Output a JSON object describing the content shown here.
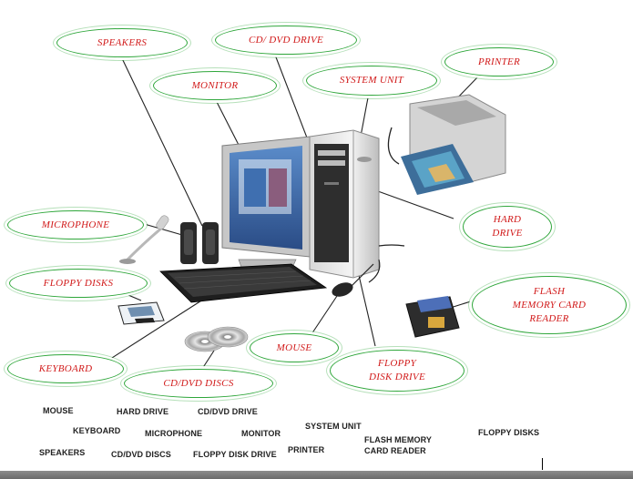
{
  "callouts": {
    "speakers": "SPEAKERS",
    "cd_dvd_drive": "CD/ DVD DRIVE",
    "monitor": "MONITOR",
    "system_unit": "SYSTEM UNIT",
    "printer": "PRINTER",
    "microphone": "MICROPHONE",
    "hard_drive": "HARD\nDRIVE",
    "floppy_disks": "FLOPPY DISKS",
    "flash_reader": "FLASH\nMEMORY CARD\nREADER",
    "mouse": "MOUSE",
    "floppy_disk_drive": "FLOPPY\nDISK DRIVE",
    "keyboard": "KEYBOARD",
    "cd_dvd_discs": "CD/DVD DISCS"
  },
  "word_bank": {
    "mouse": "MOUSE",
    "hard_drive": "HARD DRIVE",
    "cd_dvd_drive": "CD/DVD DRIVE",
    "keyboard": "KEYBOARD",
    "microphone": "MICROPHONE",
    "monitor": "MONITOR",
    "system_unit": "SYSTEM UNIT",
    "flash_memory_card_reader": "FLASH MEMORY\nCARD READER",
    "floppy_disks": "FLOPPY DISKS",
    "speakers": "SPEAKERS",
    "cd_dvd_discs": "CD/DVD DISCS",
    "floppy_disk_drive": "FLOPPY DISK DRIVE",
    "printer": "PRINTER"
  },
  "colors": {
    "callout_text": "#d11a1a",
    "cloud_border": "#2ea63a",
    "bottom_bar": "#7a7a7a"
  }
}
